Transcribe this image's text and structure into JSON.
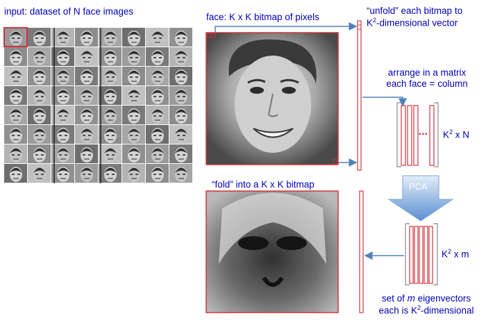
{
  "labels": {
    "input_caption": "input: dataset of N face images",
    "face_caption": "face: K x K bitmap of pixels",
    "unfold_line1": "“unfold” each bitmap to",
    "unfold_line2_pre": "K",
    "unfold_line2_sup": "2",
    "unfold_line2_post": "-dimensional vector",
    "arrange_line1": "arrange in a matrix",
    "arrange_line2": "each face = column",
    "ellipsis": "•••",
    "matrix_dim_pre": "K",
    "matrix_dim_sup": "2",
    "matrix_dim_post": " x N",
    "pca_label": "PCA",
    "fold_caption": "“fold” into a K x K bitmap",
    "eig_dim_pre": "K",
    "eig_dim_sup": "2",
    "eig_dim_post": " x m",
    "eig_line1_pre": "set of ",
    "eig_line1_em": "m",
    "eig_line1_post": " eigenvectors",
    "eig_line2_pre": "each is K",
    "eig_line2_sup": "2",
    "eig_line2_post": "-dimensional"
  },
  "colors": {
    "caption_blue": "#0000b8",
    "frame_red": "#d0343c",
    "arrow_blue": "#4f81bd",
    "pca_arrow_top": "#d9e6f5",
    "pca_arrow_bottom": "#5b8fd0"
  },
  "icons": {
    "face_grid": "face-thumbnail-grid",
    "large_face": "face-photo",
    "eigenface": "eigenface-image"
  }
}
